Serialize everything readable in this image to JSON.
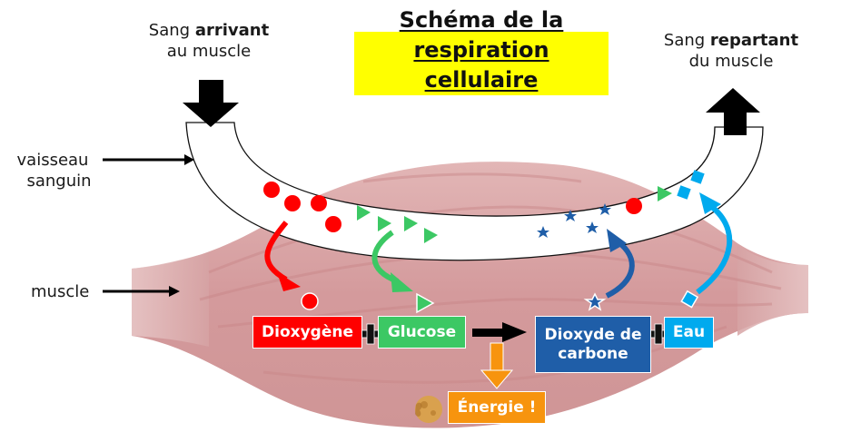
{
  "title": {
    "line1": "Schéma de la",
    "line2": "respiration cellulaire"
  },
  "labels": {
    "blood_in": {
      "prefix": "Sang ",
      "bold": "arrivant",
      "line2": "au muscle"
    },
    "blood_out": {
      "prefix": "Sang ",
      "bold": "repartant",
      "line2": "du muscle"
    },
    "vessel": {
      "line1": "vaisseau",
      "line2": "sanguin"
    },
    "muscle": "muscle"
  },
  "reaction": {
    "reactants": [
      {
        "label": "Dioxygène",
        "color": "#ff0000",
        "molecule": "circle"
      },
      {
        "label": "Glucose",
        "color": "#3cc864",
        "molecule": "triangle"
      }
    ],
    "products": [
      {
        "label": "Dioxyde de carbone",
        "color": "#1f5ea8",
        "molecule": "star"
      },
      {
        "label": "Eau",
        "color": "#00aaee",
        "molecule": "square"
      }
    ],
    "plus_symbol": "+",
    "energy": {
      "label": "Énergie !",
      "color": "#f7940e"
    }
  },
  "colors": {
    "muscle": "#d9a3a3",
    "title_highlight": "#ffff00",
    "plus": "#111111"
  },
  "icons": {
    "blood_in_arrow": "arrow-down-icon",
    "blood_out_arrow": "arrow-up-icon",
    "energy_icon": "energy-cookie-icon"
  }
}
